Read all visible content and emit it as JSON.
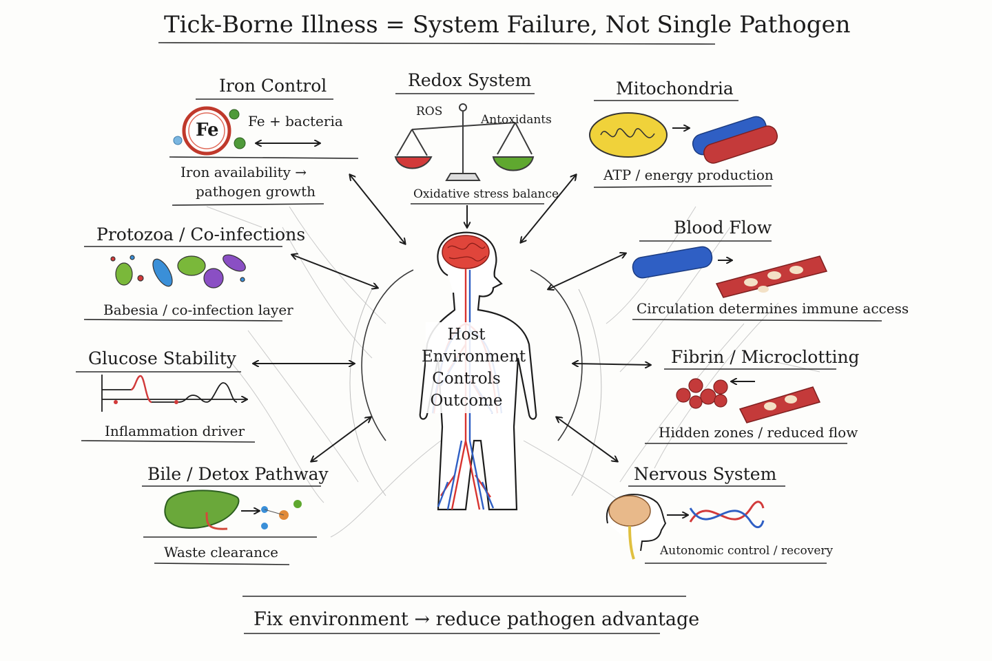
{
  "title": "Tick-Borne Illness = System Failure, Not Single Pathogen",
  "center": {
    "lines": [
      "Host",
      "Environment",
      "Controls",
      "Outcome"
    ]
  },
  "nodes": {
    "iron": {
      "title": "Iron Control",
      "element": "Fe",
      "annotation": "Fe + bacteria",
      "caption_lines": [
        "Iron availability →",
        "pathogen growth"
      ],
      "icons": [
        "fe-circle-icon",
        "bacteria-icon",
        "double-arrow-icon"
      ]
    },
    "redox": {
      "title": "Redox System",
      "left_label": "ROS",
      "right_label": "Antoxidants",
      "caption": "Oxidative stress balance",
      "icons": [
        "balance-scale-icon"
      ]
    },
    "mito": {
      "title": "Mitochondria",
      "caption": "ATP / energy production",
      "icons": [
        "mitochondrion-icon",
        "blood-vessel-icon"
      ]
    },
    "protozoa": {
      "title": "Protozoa / Co-infections",
      "caption": "Babesia / co-infection layer",
      "icons": [
        "microbes-icon"
      ]
    },
    "blood": {
      "title": "Blood Flow",
      "caption": "Circulation determines immune access",
      "icons": [
        "blood-vessel-icon",
        "blood-cells-icon"
      ]
    },
    "glucose": {
      "title": "Glucose Stability",
      "caption": "Inflammation driver",
      "icons": [
        "glucose-spike-chart-icon"
      ]
    },
    "fibrin": {
      "title": "Fibrin / Microclotting",
      "caption": "Hidden zones / reduced flow",
      "icons": [
        "clot-icon",
        "blood-vessel-icon"
      ]
    },
    "bile": {
      "title": "Bile / Detox Pathway",
      "caption": "Waste clearance",
      "icons": [
        "liver-icon",
        "toxin-particles-icon"
      ]
    },
    "nervous": {
      "title": "Nervous System",
      "caption": "Autonomic control / recovery",
      "icons": [
        "brain-head-icon",
        "dna-icon"
      ]
    }
  },
  "footer": "Fix environment → reduce pathogen advantage",
  "colors": {
    "ink": "#1c1c1c",
    "artery_red": "#d8332f",
    "vein_blue": "#2f5fc4",
    "liver_green": "#6aa83a",
    "antioxidant_green": "#5fa82f",
    "ros_red": "#d23a3a",
    "mito_yellow": "#f0d23a",
    "brain_red": "#e0453b",
    "microbe_purple": "#8a4fc4",
    "microbe_blue": "#3a8fd8"
  }
}
